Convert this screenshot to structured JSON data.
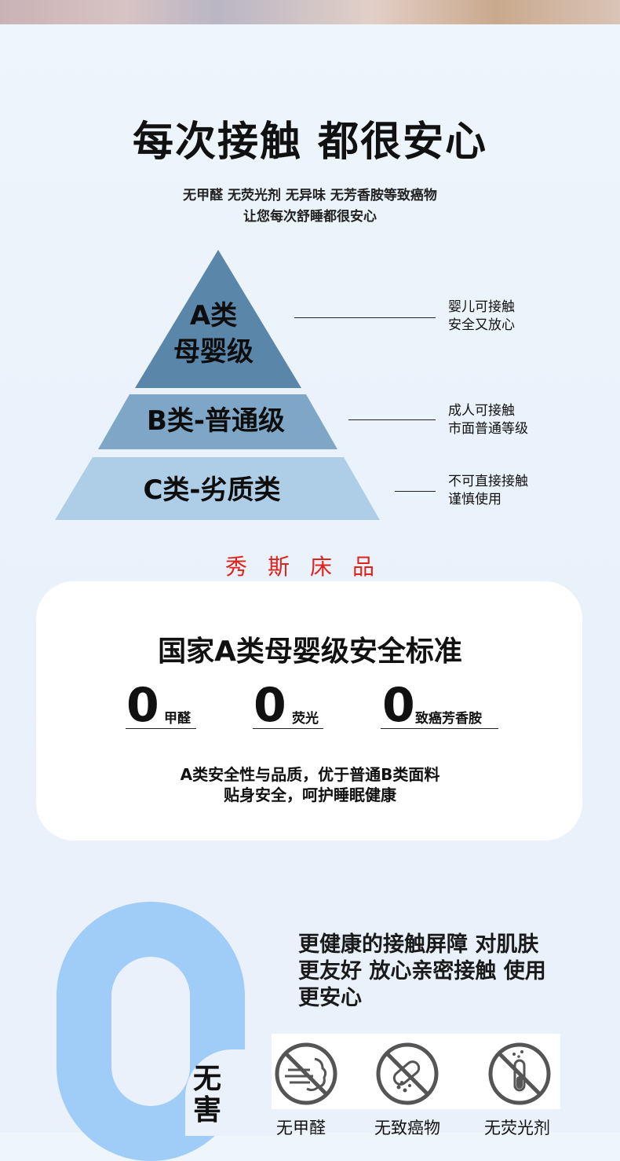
{
  "header": {
    "title": "每次接触 都很安心",
    "subtitle_line1": "无甲醛 无荧光剂 无异味 无芳香胺等致癌物",
    "subtitle_line2": "让您每次舒睡都很安心"
  },
  "pyramid": {
    "top_line1": "A类",
    "top_line2": "母婴级",
    "middle": "B类-普通级",
    "bottom": "C类-劣质类",
    "colors": {
      "top": "#5a86aa",
      "middle": "#7ea7c7",
      "bottom": "#aecde6"
    },
    "notes": [
      {
        "line1": "婴儿可接触",
        "line2": "安全又放心"
      },
      {
        "line1": "成人可接触",
        "line2": "市面普通等级"
      },
      {
        "line1": "不可直接接触",
        "line2": "谨慎使用"
      }
    ]
  },
  "brand": {
    "text": "秀斯床品",
    "color": "#e0221c"
  },
  "standard_card": {
    "title": "国家A类母婴级安全标准",
    "stats": [
      {
        "value": "0",
        "label": "甲醛"
      },
      {
        "value": "0",
        "label": "荧光"
      },
      {
        "value": "0",
        "label": "致癌芳香胺"
      }
    ],
    "desc_line1": "A类安全性与品质，优于普通B类面料",
    "desc_line2": "贴身安全，呵护睡眠健康"
  },
  "harmless": {
    "big_char": "0",
    "side_text": "无害",
    "paragraph": "更健康的接触屏障 对肌肤更友好 放心亲密接触 使用更安心",
    "icons": [
      {
        "icon": "no-formaldehyde-icon",
        "label": "无甲醛"
      },
      {
        "icon": "no-carcinogen-icon",
        "label": "无致癌物"
      },
      {
        "icon": "no-fluorescent-icon",
        "label": "无荧光剂"
      }
    ]
  }
}
